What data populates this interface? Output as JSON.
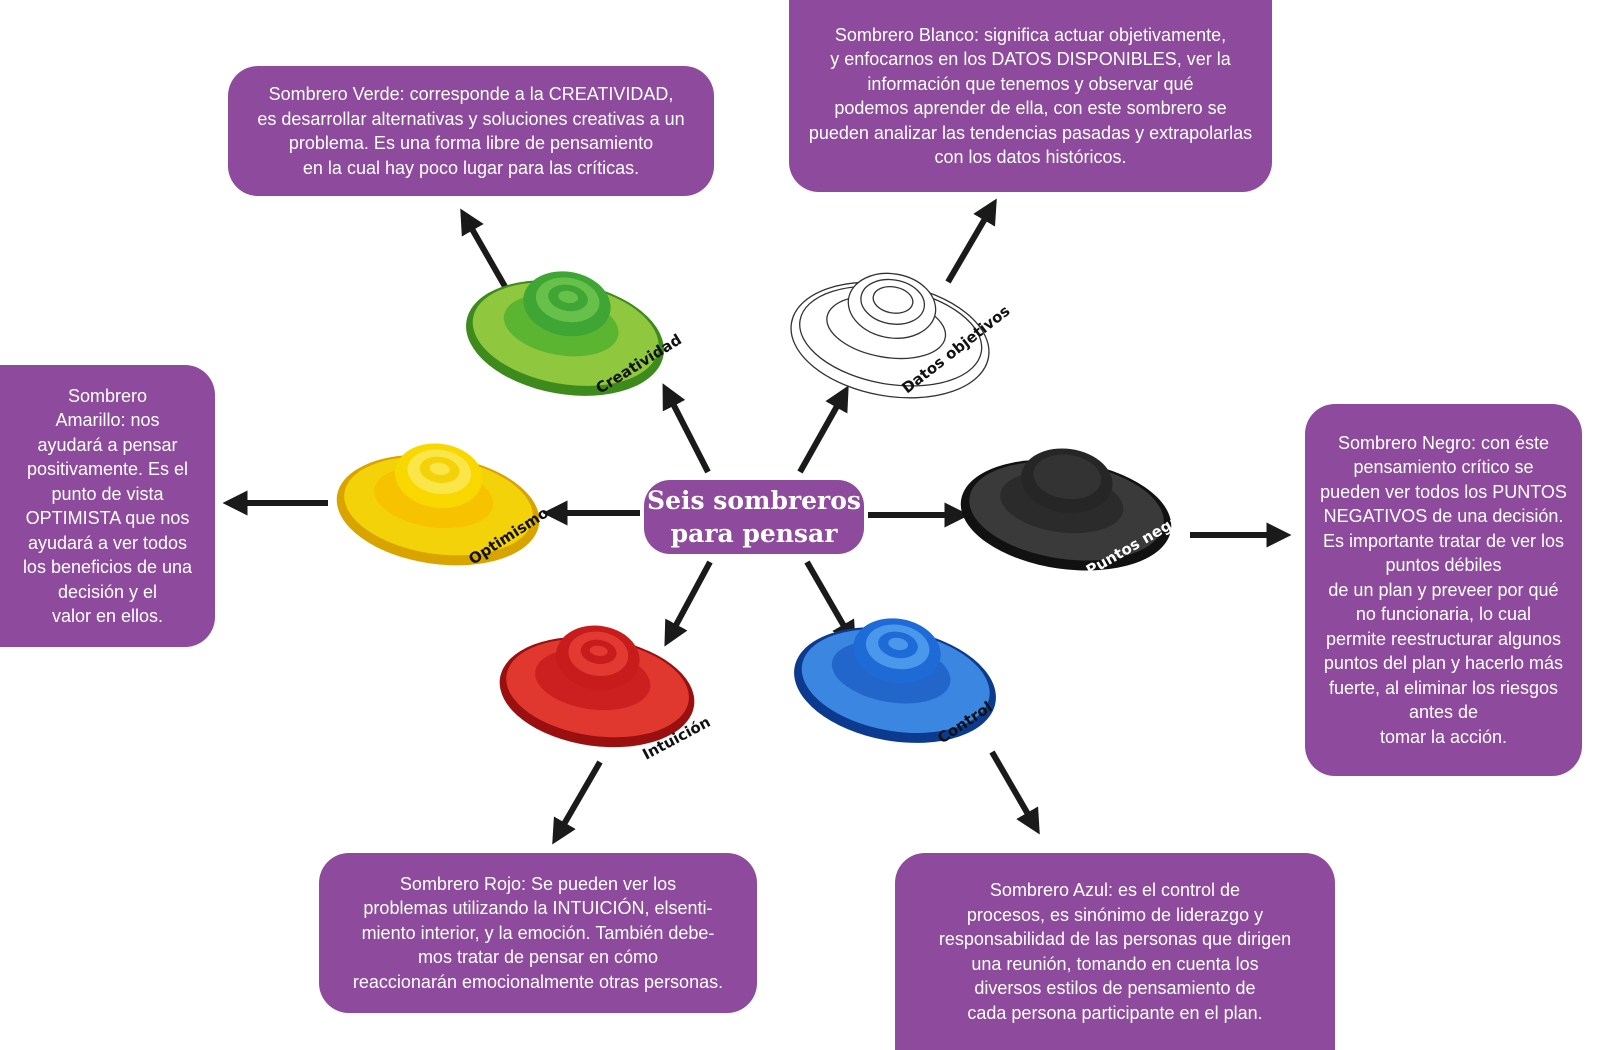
{
  "center_title": "Seis sombreros\npara pensar",
  "boxes": {
    "verde": "Sombrero Verde: corresponde a la CREATIVIDAD,\nes desarrollar alternativas y soluciones creativas a un\nproblema. Es una forma libre de pensamiento\nen la cual hay poco lugar para las críticas.",
    "blanco": "Sombrero Blanco: significa actuar objetivamente,\ny enfocarnos en los DATOS DISPONIBLES, ver la\ninformación que tenemos y observar qué\npodemos aprender de ella, con este sombrero se\npueden analizar las tendencias pasadas y extrapolarlas\ncon los datos históricos.",
    "amarillo": "Sombrero\nAmarillo: nos\nayudará a pensar\npositivamente. Es el\npunto de vista\nOPTIMISTA que nos\nayudará a ver todos\nlos beneficios de una\ndecisión y el\nvalor en ellos.",
    "negro": "Sombrero Negro: con éste\npensamiento crítico se\npueden ver todos los PUNTOS\nNEGATIVOS de una decisión.\nEs importante tratar de ver los\npuntos débiles\nde un plan y preveer por qué\nno funcionaria, lo cual\npermite reestructurar algunos\npuntos del plan y hacerlo más\nfuerte, al eliminar los riesgos\nantes de\ntomar la acción.",
    "rojo": "Sombrero Rojo: Se pueden ver los\nproblemas utilizando la INTUICIÓN, elsenti-\nmiento interior, y la emoción. También debe-\nmos tratar de pensar en cómo\nreaccionarán emocionalmente otras personas.",
    "azul": "Sombrero Azul: es el control de\nprocesos, es sinónimo de liderazgo y\nresponsabilidad de las personas que dirigen\nuna reunión, tomando en cuenta los\ndiversos estilos de pensamiento de\ncada persona participante en el plan."
  },
  "hats": {
    "verde": {
      "label": "Creatividad",
      "color": "#5cb531"
    },
    "blanco": {
      "label": "Datos objetivos",
      "color": "#ffffff"
    },
    "amarillo": {
      "label": "Optimismo",
      "color": "#f4d20a"
    },
    "negro": {
      "label": "Puntos negativos",
      "color": "#2b2b2b"
    },
    "rojo": {
      "label": "Intuición",
      "color": "#d42020"
    },
    "azul": {
      "label": "Control",
      "color": "#2266cc"
    }
  },
  "colors": {
    "box": "#8e4a9d",
    "arrow": "#1a1a1a"
  }
}
